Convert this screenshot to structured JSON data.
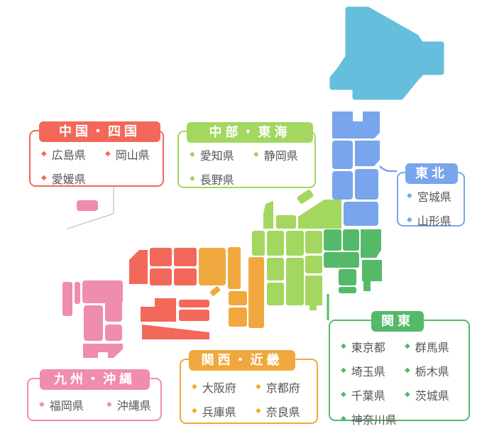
{
  "page": {
    "background": "#ffffff",
    "text_color": "#555555"
  },
  "ui": {
    "bullet": "◆"
  },
  "map": {
    "hokkaido_color": "#64BEDC",
    "okinawa_divider_color": "#CBCBCB"
  },
  "regions": [
    {
      "name": "chugoku-shikoku",
      "title": "中国・四国",
      "color": "#F2685A",
      "prefectures": [
        "広島県",
        "岡山県",
        "愛媛県"
      ]
    },
    {
      "name": "chubu-tokai",
      "title": "中部・東海",
      "color": "#A3D75F",
      "prefectures": [
        "愛知県",
        "静岡県",
        "長野県"
      ]
    },
    {
      "name": "tohoku",
      "title": "東北",
      "color": "#78A5EC",
      "prefectures": [
        "宮城県",
        "山形県"
      ]
    },
    {
      "name": "kanto",
      "title": "関東",
      "color": "#55B96A",
      "prefectures": [
        "東京都",
        "群馬県",
        "埼玉県",
        "栃木県",
        "千葉県",
        "茨城県",
        "神奈川県"
      ]
    },
    {
      "name": "kansai-kinki",
      "title": "関西・近畿",
      "color": "#F0A83E",
      "prefectures": [
        "大阪府",
        "京都府",
        "兵庫県",
        "奈良県"
      ]
    },
    {
      "name": "kyushu-okinawa",
      "title": "九州・沖縄",
      "color": "#F08CAC",
      "prefectures": [
        "福岡県",
        "沖縄県"
      ]
    }
  ]
}
